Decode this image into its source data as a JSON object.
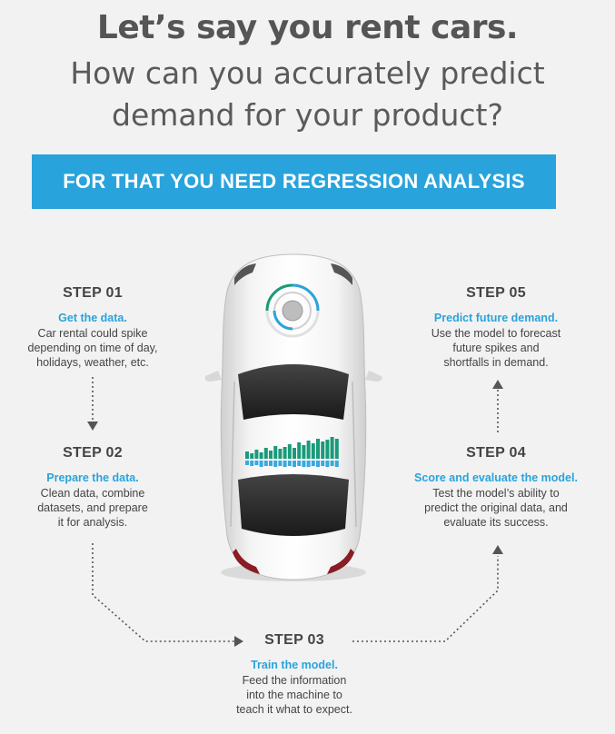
{
  "header": {
    "headline": "Let’s say you rent cars.",
    "subline_1": "How can you accurately predict",
    "subline_2": "demand for your product?"
  },
  "banner": {
    "text": "FOR THAT YOU NEED REGRESSION ANALYSIS"
  },
  "steps": [
    {
      "title": "STEP 01",
      "heading": "Get the data.",
      "description": "Car rental could spike\ndepending on time of day,\nholidays, weather, etc."
    },
    {
      "title": "STEP 02",
      "heading": "Prepare the data.",
      "description": "Clean data, combine\ndatasets, and prepare\nit for analysis."
    },
    {
      "title": "STEP 03",
      "heading": "Train the model.",
      "description": "Feed the information\ninto the machine to\nteach it what to expect."
    },
    {
      "title": "STEP 04",
      "heading": "Score and evaluate the model.",
      "description": "Test the model’s ability to\npredict the original data, and\nevaluate its success."
    },
    {
      "title": "STEP 05",
      "heading": "Predict future demand.",
      "description": "Use the model to forecast\nfuture spikes and\nshortfalls in demand."
    }
  ],
  "colors": {
    "accent_blue": "#29a3dc",
    "bar_green": "#1a9a7a",
    "bar_blue": "#3aa8e0",
    "background": "#f2f2f2"
  }
}
